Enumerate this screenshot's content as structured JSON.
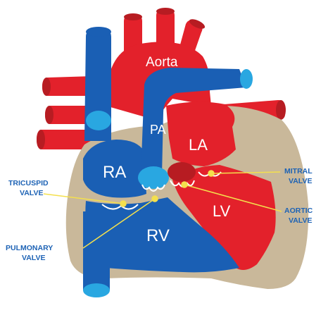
{
  "labels": {
    "aorta": "Aorta",
    "pa": "PA",
    "ra": "RA",
    "la": "LA",
    "rv": "RV",
    "lv": "LV"
  },
  "valves": {
    "tricuspid": [
      "TRICUSPID",
      "VALVE"
    ],
    "pulmonary": [
      "PULMONARY",
      "VALVE"
    ],
    "mitral": [
      "MITRAL",
      "VALVE"
    ],
    "aortic": [
      "AORTIC",
      "VALVE"
    ]
  },
  "colors": {
    "oxygenated_red": "#e3212b",
    "dark_red": "#b71c22",
    "deoxygenated_blue": "#1a5fb4",
    "light_blue": "#29a7e1",
    "myocardium_tan": "#c9b89a",
    "label_blue": "#1e63b5",
    "pointer_yellow": "#f4e04d"
  }
}
